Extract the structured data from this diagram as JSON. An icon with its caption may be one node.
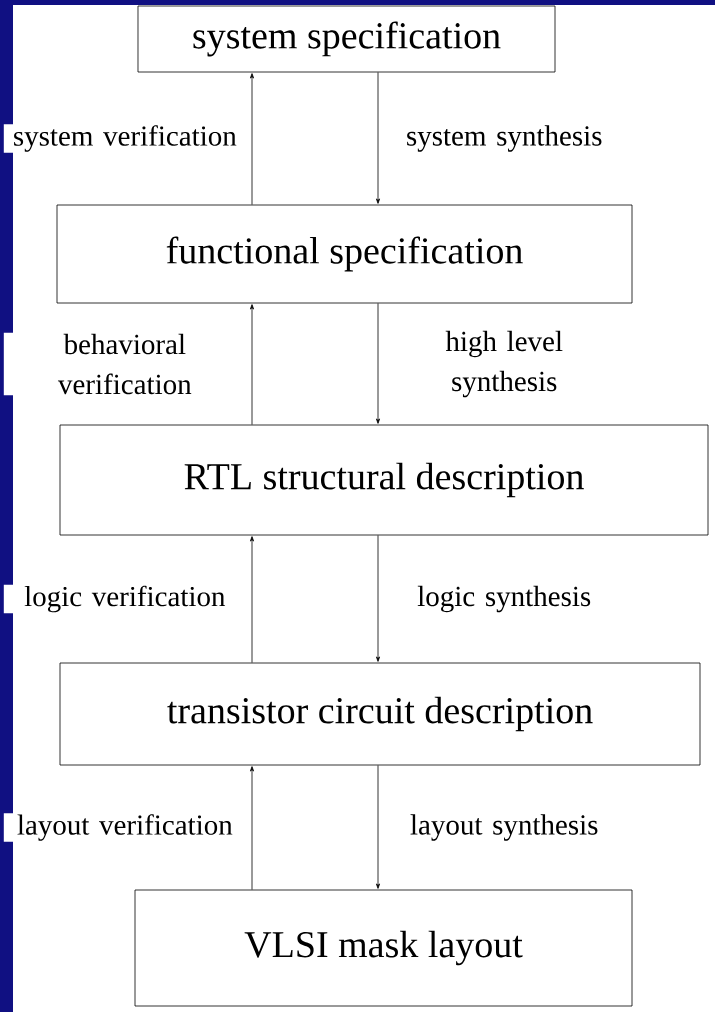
{
  "diagram": {
    "nodes": [
      {
        "text": [
          "system specification"
        ]
      },
      {
        "text": [
          "functional specification"
        ]
      },
      {
        "text": [
          "RTL structural description"
        ]
      },
      {
        "text": [
          "transistor circuit description"
        ]
      },
      {
        "text": [
          "VLSI mask layout"
        ]
      }
    ],
    "edges": [
      {
        "from": 1,
        "to": 0,
        "arrow": "to",
        "label": "system verification"
      },
      {
        "from": 0,
        "to": 1,
        "arrow": "to",
        "label": "system synthesis"
      },
      {
        "from": 2,
        "to": 1,
        "arrow": "to",
        "label": "behavioral verification"
      },
      {
        "from": 1,
        "to": 2,
        "arrow": "to",
        "label": "high level synthesis"
      },
      {
        "from": 3,
        "to": 2,
        "arrow": "to",
        "label": "logic verification"
      },
      {
        "from": 2,
        "to": 3,
        "arrow": "to",
        "label": "logic synthesis"
      },
      {
        "from": 4,
        "to": 3,
        "arrow": "to",
        "label": "layout verification"
      },
      {
        "from": 3,
        "to": 4,
        "arrow": "to",
        "label": "layout synthesis"
      }
    ]
  }
}
